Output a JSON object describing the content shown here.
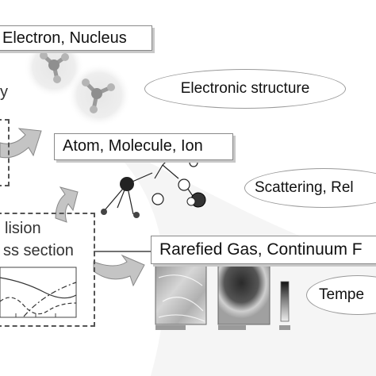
{
  "boxes": {
    "electron_nucleus": "Electron, Nucleus",
    "atom_molecule_ion": "Atom, Molecule, Ion",
    "rarefied_gas": "Rarefied Gas, Continuum F"
  },
  "ellipses": {
    "electronic_structure": "Electronic structure",
    "scattering": "Scattering, Rel",
    "temperature": "Tempe"
  },
  "fragments": {
    "left_top_letter": "y",
    "collision_line1": "lision",
    "collision_line2": "ss section"
  },
  "colors": {
    "arrow_fill": "#c4c4c4",
    "arrow_stroke": "#888888",
    "ball_dark": "#222222",
    "panel_dashed": "#555555"
  }
}
